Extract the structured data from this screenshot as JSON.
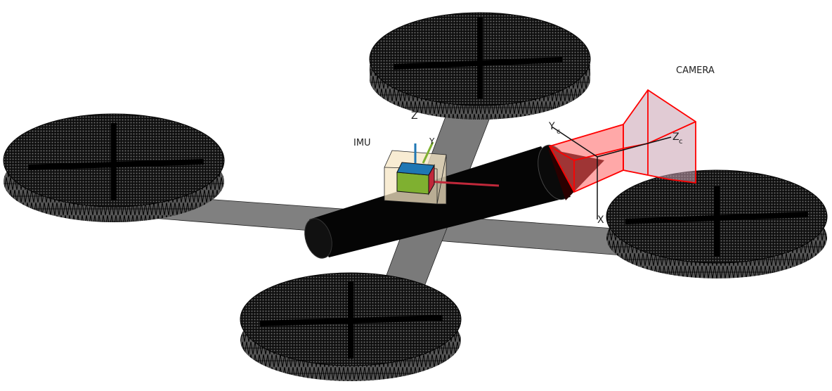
{
  "labels": {
    "camera": "CAMERA",
    "imu": "IMU",
    "imu_z": "Z",
    "imu_y": "Y",
    "cam_x": "X",
    "cam_y": "Y",
    "cam_z": "Z",
    "cam_sub": "c"
  },
  "colors": {
    "rotor": "#111111",
    "arm": "#808080",
    "camera_frustum": "#ff0000",
    "imu_box": "#f5e6c4",
    "imu_top": "#1f77b4",
    "imu_front": "#7fb030",
    "imu_side": "#c0283a"
  }
}
